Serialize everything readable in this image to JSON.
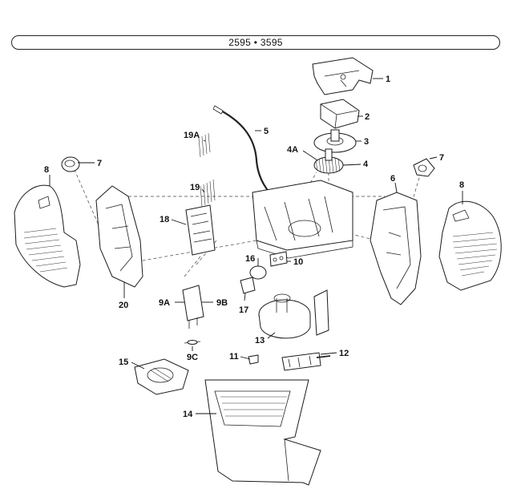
{
  "header": {
    "title": "2595 • 3595"
  },
  "labels": {
    "p1": "1",
    "p2": "2",
    "p3": "3",
    "p4": "4",
    "p4a": "4A",
    "p5": "5",
    "p6": "6",
    "p7_left": "7",
    "p7_right": "7",
    "p8_left": "8",
    "p8_right": "8",
    "p9a": "9A",
    "p9b": "9B",
    "p9c": "9C",
    "p10": "10",
    "p11": "11",
    "p12": "12",
    "p13": "13",
    "p14": "14",
    "p15": "15",
    "p16": "16",
    "p17": "17",
    "p18": "18",
    "p19": "19",
    "p19a": "19A",
    "p20": "20"
  }
}
